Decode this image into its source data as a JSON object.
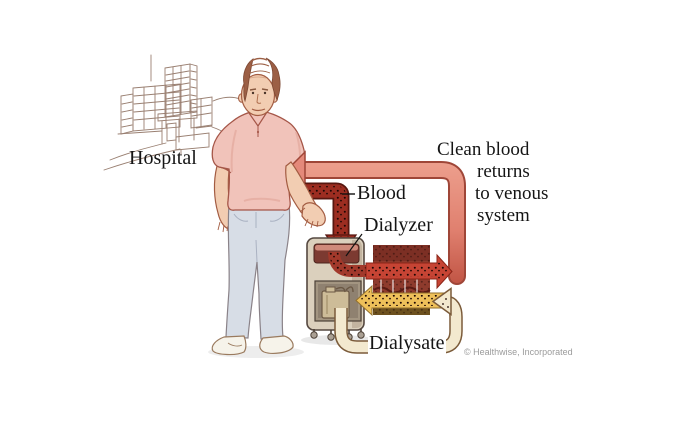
{
  "figure": {
    "type": "medical-illustration",
    "subject": "Hemodialysis: blood flows from the patient through a dialyzer and clean blood returns to the venous system"
  },
  "labels": {
    "hospital": "Hospital",
    "blood": "Blood",
    "dialyzer": "Dialyzer",
    "dialysate": "Dialysate",
    "copyright": "© Healthwise, Incorporated"
  },
  "clean_blood_note": {
    "lines": [
      "Clean blood",
      "returns",
      "to venous",
      "system"
    ]
  },
  "colors": {
    "clean_blood_arrow": "#e4897a",
    "clean_blood_outline": "#9f4638",
    "blood_tube": "#9c2d21",
    "blood_arrow": "#c64434",
    "dialyzer_block": "#8e3b2d",
    "dialysate_fresh": "#f3e9cf",
    "dialysate_used": "#eec05a",
    "machine_body": "#dbd0bd",
    "machine_panel": "#7c3a31",
    "skin": "#f2cdb2",
    "shirt": "#f1c3ba",
    "jeans": "#d7dde6",
    "hair": "#9c5f45",
    "sketch_ink": "#8f7262"
  }
}
